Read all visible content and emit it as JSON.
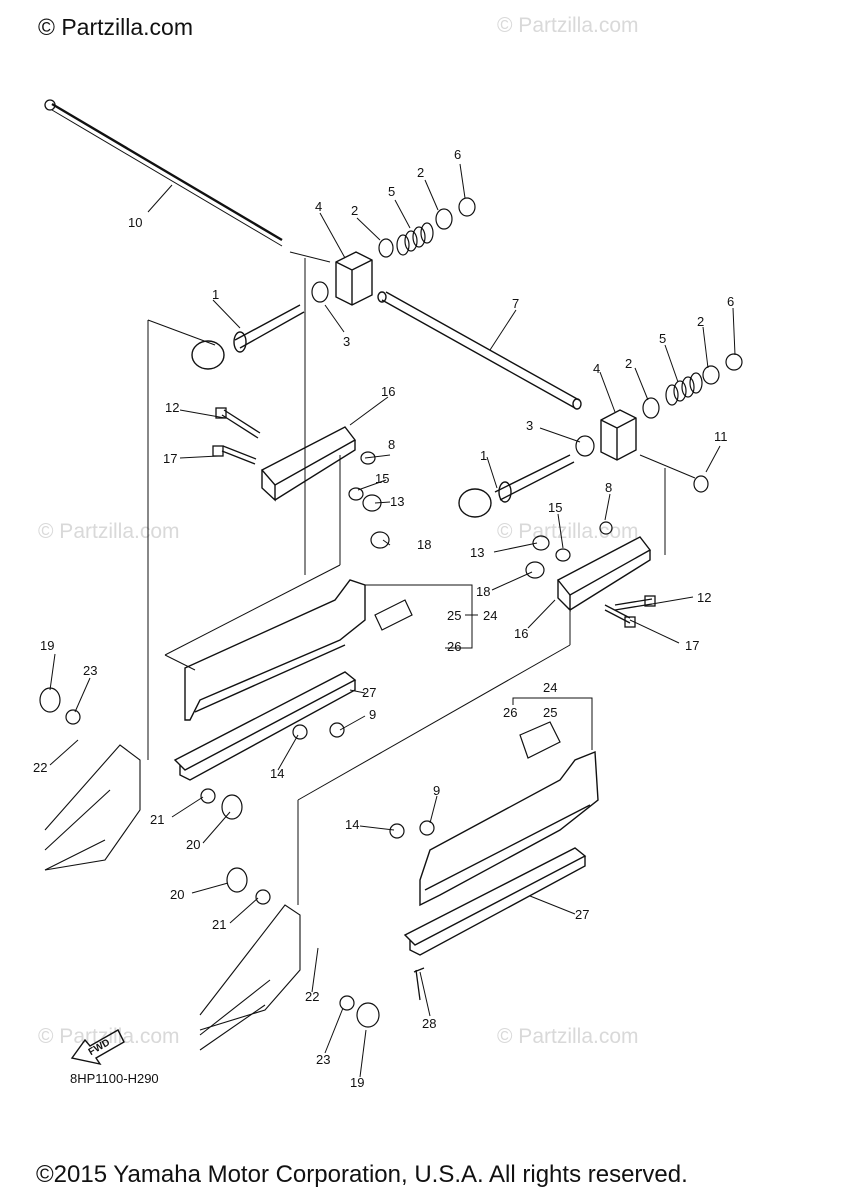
{
  "header": {
    "brand": "© Partzilla.com"
  },
  "watermarks": [
    "© Partzilla.com",
    "© Partzilla.com",
    "© Partzilla.com",
    "© Partzilla.com",
    "© Partzilla.com"
  ],
  "diagram": {
    "code": "8HP1100-H290",
    "fwd_label": "FWD",
    "callouts": [
      "1",
      "2",
      "3",
      "4",
      "5",
      "6",
      "7",
      "8",
      "9",
      "10",
      "11",
      "12",
      "13",
      "14",
      "15",
      "16",
      "17",
      "18",
      "19",
      "20",
      "21",
      "22",
      "23",
      "24",
      "25",
      "26",
      "27",
      "28"
    ]
  },
  "footer": {
    "copyright": "©2015 Yamaha Motor Corporation, U.S.A. All rights reserved."
  }
}
